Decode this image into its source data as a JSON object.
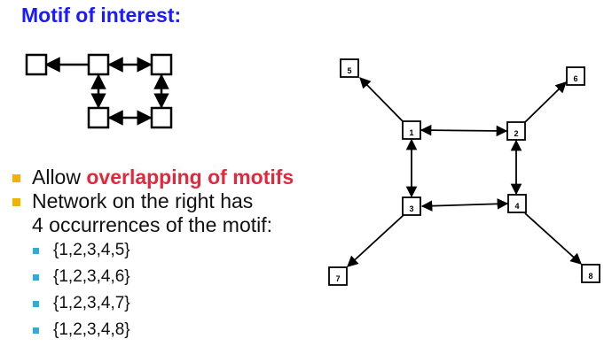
{
  "title": "Motif of interest:",
  "bullets": [
    {
      "text": "Allow ",
      "highlight": "overlapping of motifs"
    },
    {
      "text": "Network on the right has",
      "continuation": "4 occurrences of the motif:"
    }
  ],
  "occurrences": [
    "{1,2,3,4,5}",
    "{1,2,3,4,6}",
    "{1,2,3,4,7}",
    "{1,2,3,4,8}"
  ],
  "network": {
    "nodes": [
      "1",
      "2",
      "3",
      "4",
      "5",
      "6",
      "7",
      "8"
    ],
    "edges": [
      {
        "from": "1",
        "to": "2",
        "type": "bidirectional"
      },
      {
        "from": "1",
        "to": "3",
        "type": "bidirectional"
      },
      {
        "from": "2",
        "to": "4",
        "type": "bidirectional"
      },
      {
        "from": "3",
        "to": "4",
        "type": "bidirectional"
      },
      {
        "from": "1",
        "to": "5",
        "type": "directed"
      },
      {
        "from": "2",
        "to": "6",
        "type": "directed"
      },
      {
        "from": "3",
        "to": "7",
        "type": "directed"
      },
      {
        "from": "4",
        "to": "8",
        "type": "directed"
      }
    ]
  },
  "motif": {
    "edges": [
      {
        "from": "a",
        "to": "b",
        "type": "directed-to-a"
      },
      {
        "from": "b",
        "to": "c",
        "type": "bidirectional"
      },
      {
        "from": "b",
        "to": "d",
        "type": "bidirectional"
      },
      {
        "from": "c",
        "to": "e",
        "type": "bidirectional"
      },
      {
        "from": "d",
        "to": "e",
        "type": "bidirectional"
      }
    ]
  }
}
